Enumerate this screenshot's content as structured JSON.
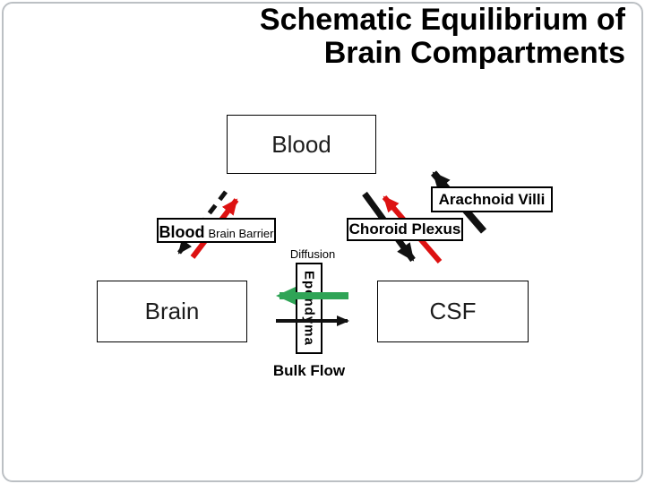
{
  "slide": {
    "title_line1": "Schematic Equilibrium of",
    "title_line2": "Brain Compartments"
  },
  "boxes": {
    "blood": {
      "label": "Blood"
    },
    "brain": {
      "label": "Brain"
    },
    "csf": {
      "label": "CSF"
    },
    "ependyma": {
      "label": "Ependyma"
    },
    "arachnoid_villi": {
      "label": "Arachnoid Villi"
    },
    "choroid_plexus": {
      "label": "Choroid Plexus"
    },
    "blood_brain_barrier": {
      "label_bold": "Blood",
      "label_small": "Brain Barrier"
    }
  },
  "annotations": {
    "diffusion": "Diffusion",
    "bulk_flow": "Bulk Flow"
  },
  "arrows": [
    {
      "id": "bbb-out",
      "path": "Blood to Brain",
      "style": "dashed",
      "color": "black",
      "via": "Blood Brain Barrier"
    },
    {
      "id": "bbb-in",
      "path": "Brain to Blood",
      "style": "solid",
      "color": "red",
      "via": "Blood Brain Barrier"
    },
    {
      "id": "choroid-secretion",
      "path": "Blood to CSF",
      "style": "solid",
      "color": "black",
      "via": "Choroid Plexus"
    },
    {
      "id": "choroid-return",
      "path": "CSF to Blood",
      "style": "solid",
      "color": "red",
      "via": "Choroid Plexus"
    },
    {
      "id": "arachnoid-absorption",
      "path": "CSF to Blood",
      "style": "solid",
      "color": "black",
      "via": "Arachnoid Villi"
    },
    {
      "id": "ependyma-diffusion",
      "path": "CSF to Brain",
      "style": "solid",
      "color": "green",
      "via": "Ependyma"
    },
    {
      "id": "ependyma-bulk-flow",
      "path": "Brain to CSF",
      "style": "solid",
      "color": "black",
      "via": "Ependyma"
    }
  ],
  "colors": {
    "black": "#111111",
    "red": "#dd1111",
    "green": "#2fa456",
    "frame": "#bcc0c4",
    "background": "#ffffff"
  }
}
